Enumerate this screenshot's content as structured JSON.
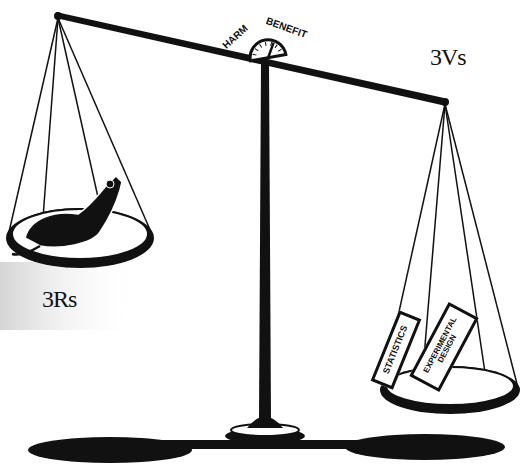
{
  "diagram": {
    "nodes": [
      {
        "text": [
          "HARM",
          "BENEFIT"
        ]
      },
      {
        "text": [
          "STATISTICS"
        ]
      },
      {
        "text": [
          "EXPERIMENTAL DESIGN"
        ]
      }
    ],
    "labels": [
      "3Vs",
      "3Rs"
    ]
  }
}
